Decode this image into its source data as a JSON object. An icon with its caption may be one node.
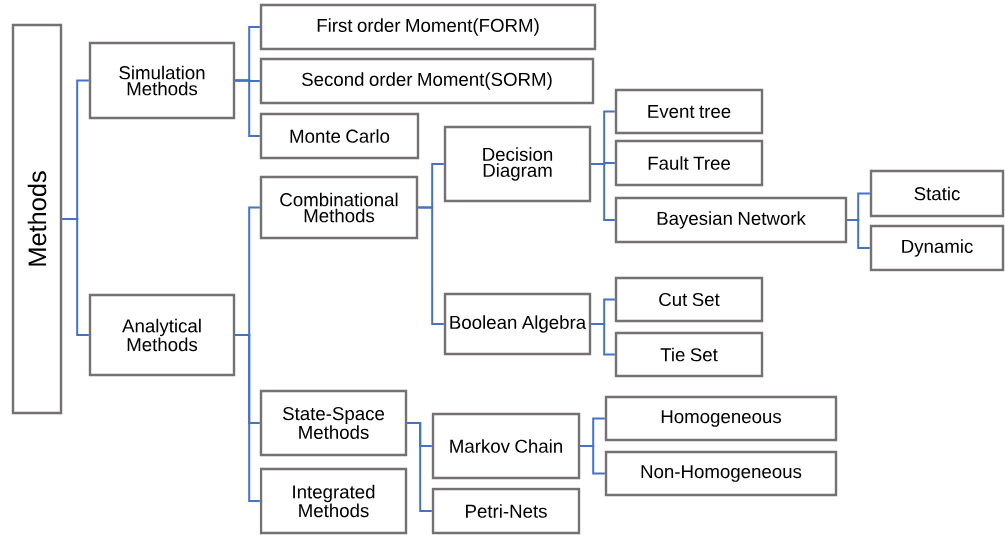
{
  "diagram": {
    "nodes": [
      {
        "text": [
          "Methods"
        ]
      },
      {
        "text": [
          "Simulation Methods"
        ]
      },
      {
        "text": [
          "Analytical Methods"
        ]
      },
      {
        "text": [
          "First order Moment(FORM)"
        ]
      },
      {
        "text": [
          "Second order Moment(SORM)"
        ]
      },
      {
        "text": [
          "Monte Carlo"
        ]
      },
      {
        "text": [
          "Combinational Methods"
        ]
      },
      {
        "text": [
          "State-Space Methods"
        ]
      },
      {
        "text": [
          "Integrated Methods"
        ]
      },
      {
        "text": [
          "Decision Diagram"
        ]
      },
      {
        "text": [
          "Boolean Algebra"
        ]
      },
      {
        "text": [
          "Event tree"
        ]
      },
      {
        "text": [
          "Fault Tree"
        ]
      },
      {
        "text": [
          "Bayesian Network"
        ]
      },
      {
        "text": [
          "Static"
        ]
      },
      {
        "text": [
          "Dynamic"
        ]
      },
      {
        "text": [
          "Cut Set"
        ]
      },
      {
        "text": [
          "Tie Set"
        ]
      },
      {
        "text": [
          "Markov Chain"
        ]
      },
      {
        "text": [
          "Petri-Nets"
        ]
      },
      {
        "text": [
          "Homogeneous"
        ]
      },
      {
        "text": [
          "Non-Homogeneous"
        ]
      }
    ],
    "edges": [
      {
        "from": 0,
        "to": 1,
        "arrow": "none"
      },
      {
        "from": 0,
        "to": 2,
        "arrow": "none"
      },
      {
        "from": 1,
        "to": 3,
        "arrow": "none"
      },
      {
        "from": 1,
        "to": 4,
        "arrow": "none"
      },
      {
        "from": 1,
        "to": 5,
        "arrow": "none"
      },
      {
        "from": 2,
        "to": 6,
        "arrow": "none"
      },
      {
        "from": 2,
        "to": 7,
        "arrow": "none"
      },
      {
        "from": 2,
        "to": 8,
        "arrow": "none"
      },
      {
        "from": 6,
        "to": 9,
        "arrow": "none"
      },
      {
        "from": 6,
        "to": 10,
        "arrow": "none"
      },
      {
        "from": 9,
        "to": 11,
        "arrow": "none"
      },
      {
        "from": 9,
        "to": 12,
        "arrow": "none"
      },
      {
        "from": 9,
        "to": 13,
        "arrow": "none"
      },
      {
        "from": 13,
        "to": 14,
        "arrow": "none"
      },
      {
        "from": 13,
        "to": 15,
        "arrow": "none"
      },
      {
        "from": 10,
        "to": 16,
        "arrow": "none"
      },
      {
        "from": 10,
        "to": 17,
        "arrow": "none"
      },
      {
        "from": 7,
        "to": 18,
        "arrow": "none"
      },
      {
        "from": 7,
        "to": 19,
        "arrow": "none"
      },
      {
        "from": 18,
        "to": 20,
        "arrow": "none"
      },
      {
        "from": 18,
        "to": 21,
        "arrow": "none"
      }
    ]
  }
}
